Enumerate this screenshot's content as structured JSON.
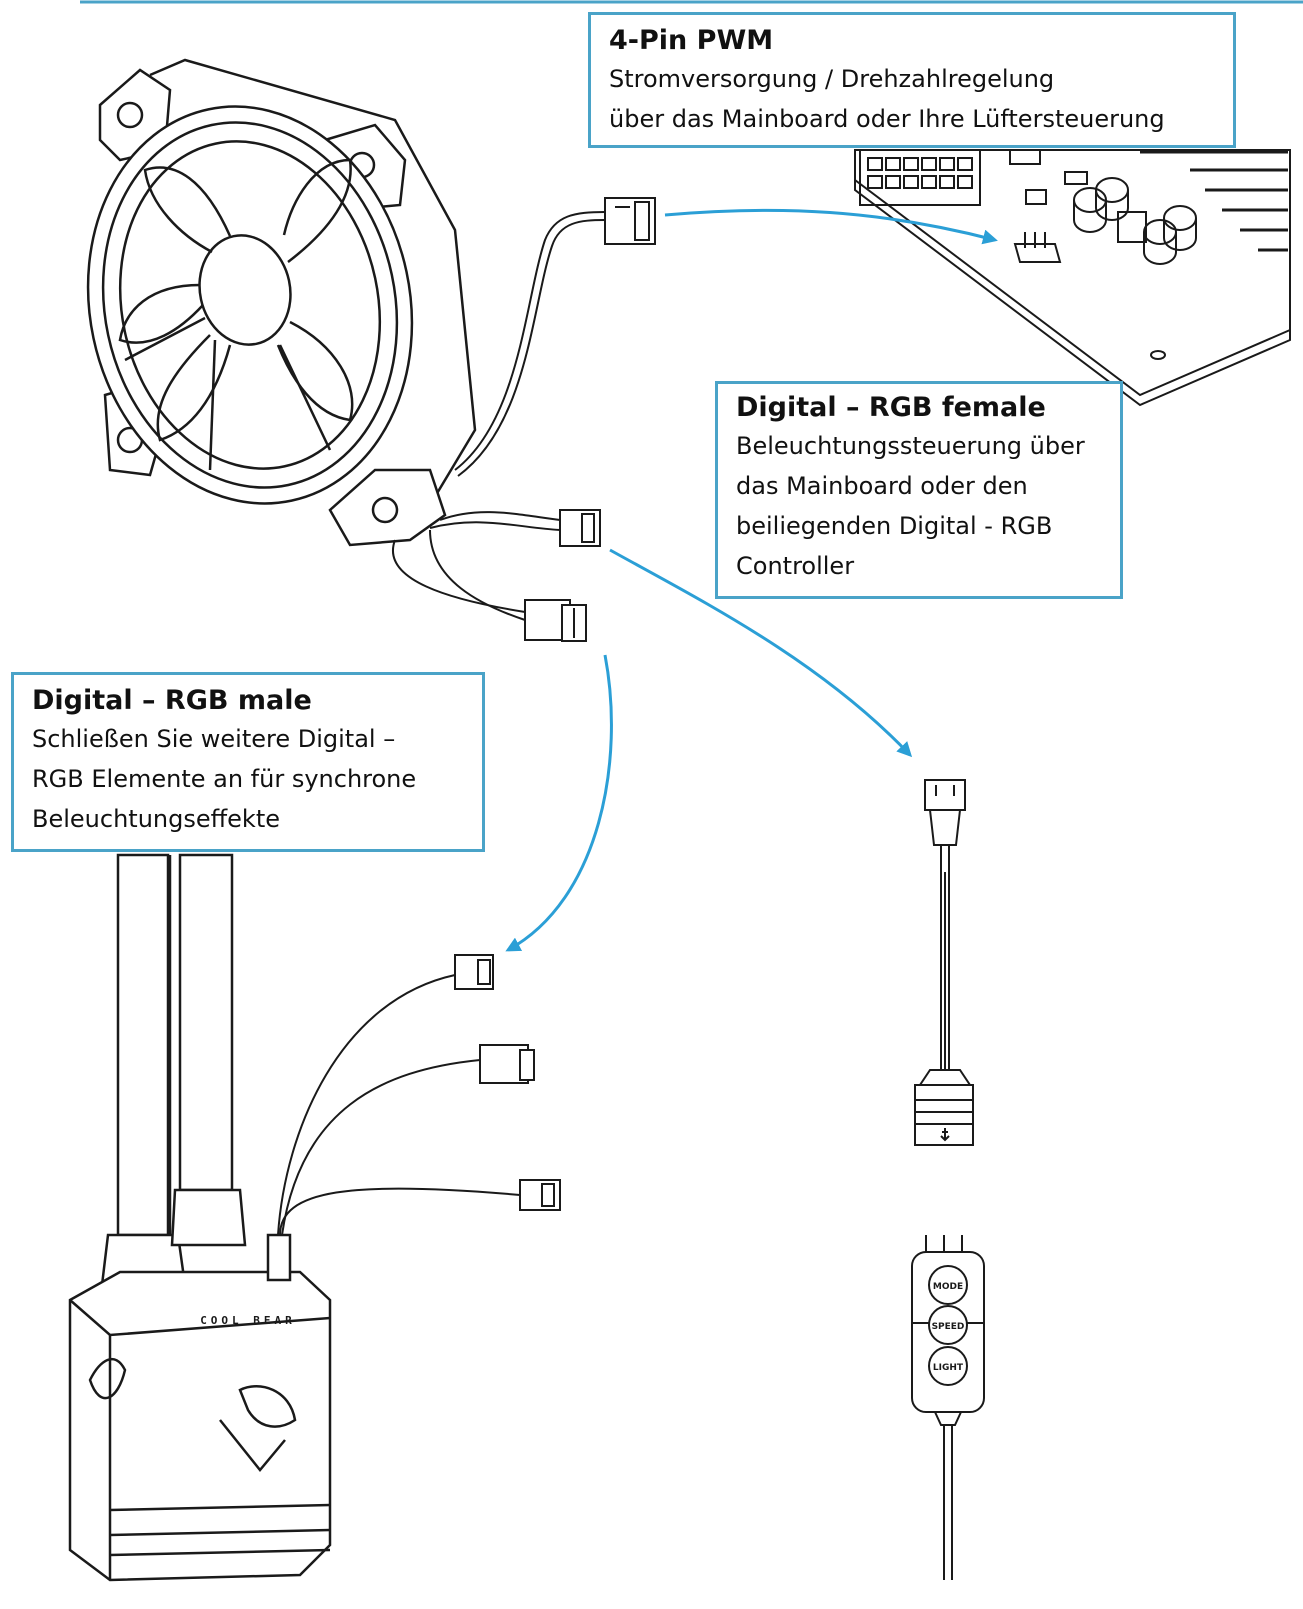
{
  "callouts": {
    "pwm": {
      "title": "4-Pin PWM",
      "lines": [
        "Stromversorgung / Drehzahlregelung",
        "über das Mainboard oder Ihre Lüftersteuerung"
      ]
    },
    "female": {
      "title": "Digital – RGB female",
      "lines": [
        "Beleuchtungssteuerung über",
        "das Mainboard oder den",
        "beiliegenden Digital - RGB",
        "Controller"
      ]
    },
    "male": {
      "title": "Digital – RGB male",
      "lines": [
        "Schließen Sie weitere Digital –",
        "RGB Elemente an für synchrone",
        "Beleuchtungseffekte"
      ]
    }
  },
  "controller": {
    "buttons": [
      "MODE",
      "SPEED",
      "LIGHT"
    ]
  },
  "pump": {
    "brand": "COOL BEAR"
  },
  "colors": {
    "accent": "#4aa3c8",
    "arrow": "#2b9fd6",
    "ink": "#1a1a1a"
  }
}
